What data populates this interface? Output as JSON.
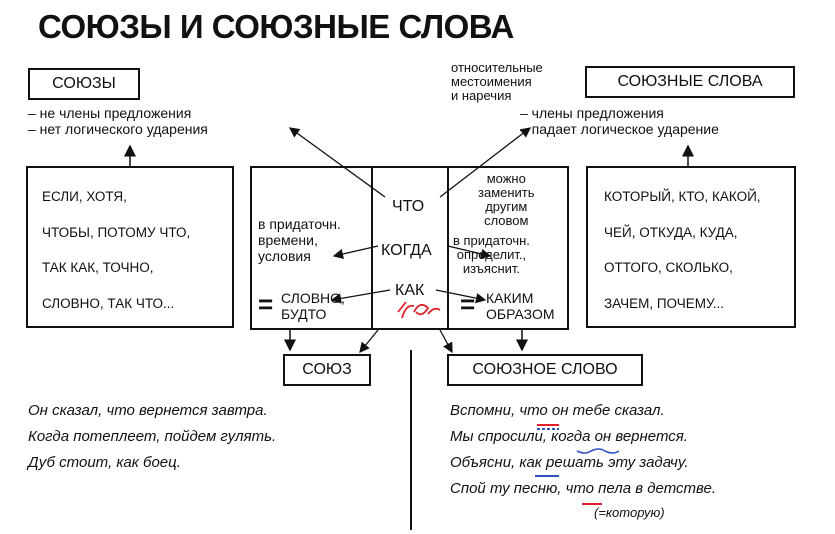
{
  "title": "СОЮЗЫ И СОЮЗНЫЕ СЛОВА",
  "left_label": "СОЮЗЫ",
  "left_props": [
    "– не члены предложения",
    "– нет логического ударения"
  ],
  "left_list": [
    "ЕСЛИ, ХОТЯ,",
    "ЧТОБЫ, ПОТОМУ ЧТО,",
    "ТАК КАК, ТОЧНО,",
    "СЛОВНО, ТАК ЧТО..."
  ],
  "top_note": [
    "относительные",
    "местоимения",
    "и наречия"
  ],
  "right_label": "СОЮЗНЫЕ СЛОВА",
  "right_props": [
    "– члены предложения",
    "– падает логическое ударение"
  ],
  "right_list": [
    "КОТОРЫЙ, КТО, КАКОЙ,",
    "ЧЕЙ, ОТКУДА, КУДА,",
    "ОТТОГО, СКОЛЬКО,",
    "ЗАЧЕМ, ПОЧЕМУ..."
  ],
  "center": {
    "words": [
      "ЧТО",
      "КОГДА",
      "КАК"
    ],
    "left_note": [
      "в придаточн.",
      "времени,",
      "условия"
    ],
    "left_eq": "=",
    "left_eq_text": [
      "СЛОВНО,",
      "БУДТО"
    ],
    "right_note1": [
      "можно",
      "заменить",
      "другим",
      "словом"
    ],
    "right_note2": [
      "в придаточн.",
      "определит.,",
      "изъяснит."
    ],
    "right_eq": "=",
    "right_eq_text": [
      "КАКИМ",
      "ОБРАЗОМ"
    ]
  },
  "bottom_left_label": "СОЮЗ",
  "bottom_right_label": "СОЮЗНОЕ СЛОВО",
  "examples_left": [
    "Он сказал, что вернется завтра.",
    "Когда потеплеет, пойдем гулять.",
    "Дуб стоит, как боец."
  ],
  "examples_right": [
    "Вспомни, что он тебе сказал.",
    "Мы спросили, когда он вернется.",
    "Объясни, как решать эту задачу.",
    "Спой ту песню, что пела в детстве."
  ],
  "examples_right_note": "(=которую)",
  "colors": {
    "ink": "#111111",
    "red_mark": "#e0202a",
    "blue_mark": "#3050c8"
  }
}
